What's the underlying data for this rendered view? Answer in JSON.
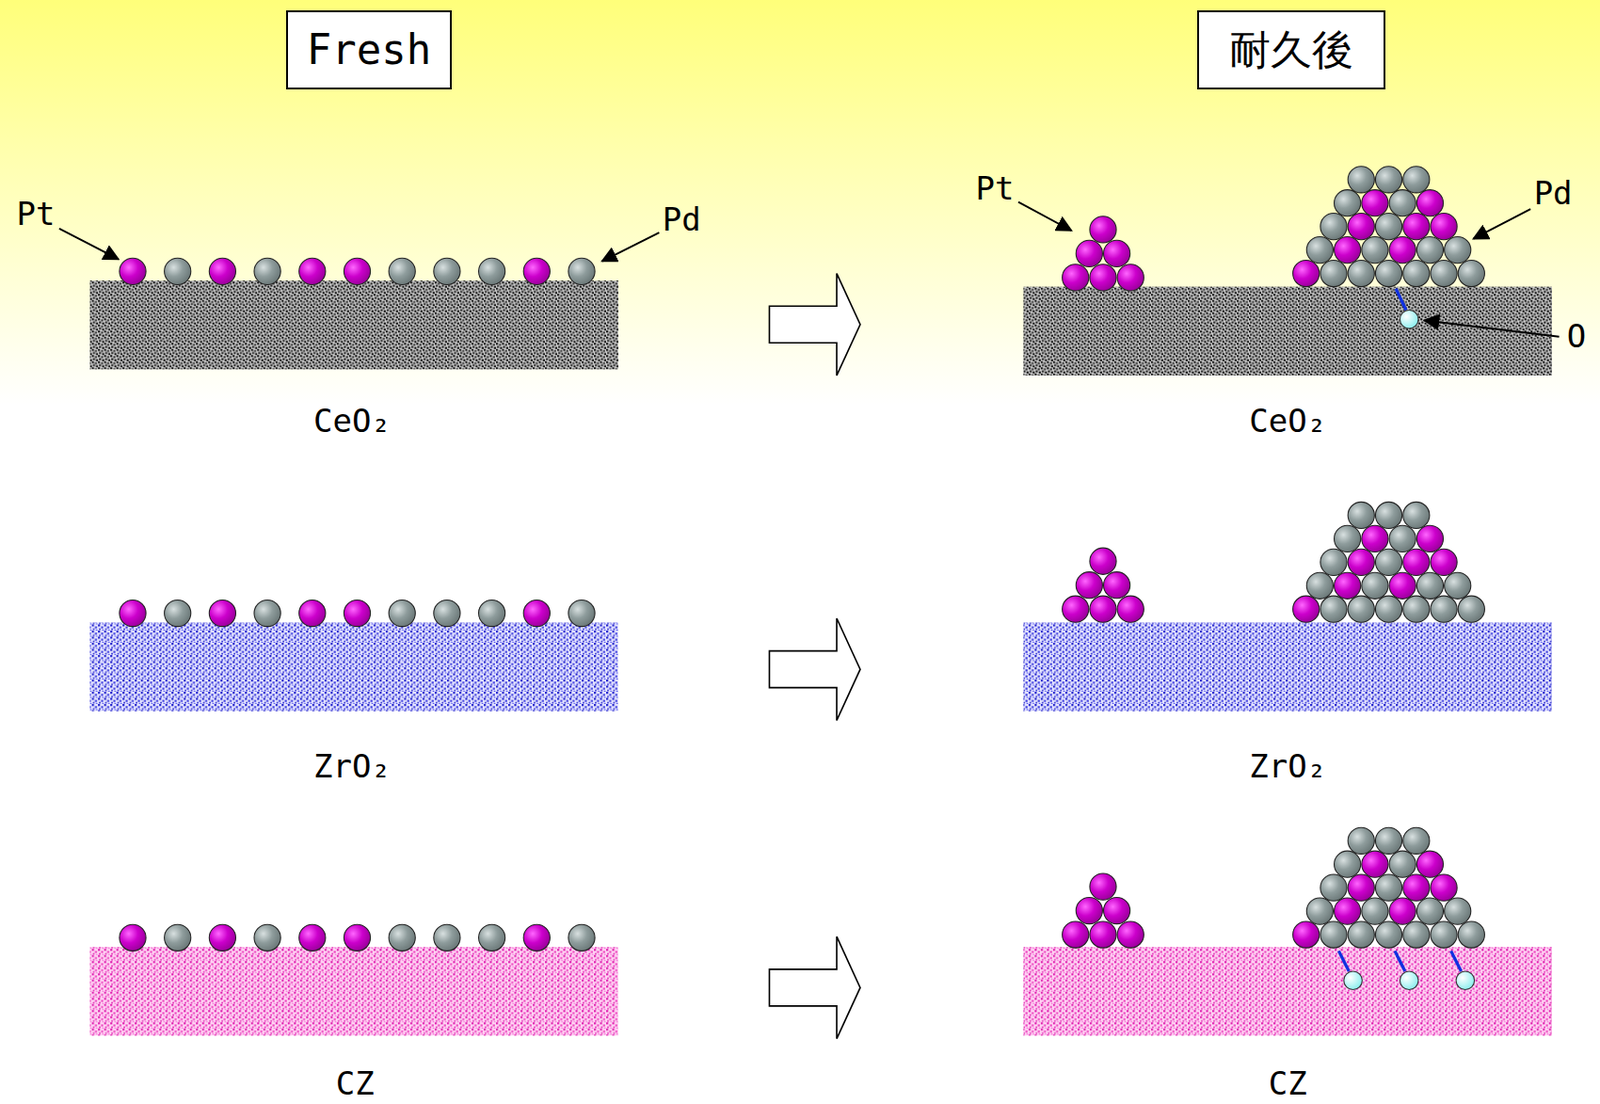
{
  "diagram": {
    "nodes": [
      {
        "text": [
          "Fresh"
        ]
      },
      {
        "text": [
          "耐久後"
        ]
      }
    ],
    "labels": [
      "Pt",
      "Pd",
      "CeO₂",
      "ZrO₂",
      "CZ",
      "Pt",
      "Pd",
      "O",
      "CeO₂",
      "ZrO₂",
      "CZ"
    ]
  }
}
